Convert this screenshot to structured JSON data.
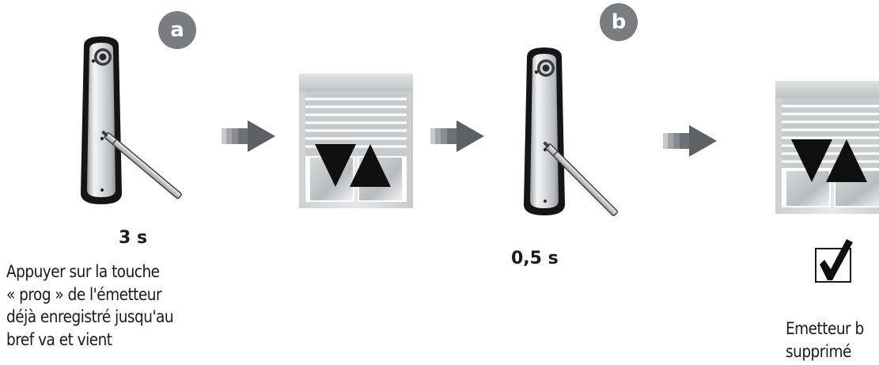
{
  "steps": {
    "a": {
      "badge": "a",
      "time": "3 s",
      "caption": [
        "Appuyer sur la touche",
        "« prog » de l'émetteur",
        "déjà enregistré jusqu'au",
        "bref va et vient"
      ]
    },
    "b": {
      "badge": "b",
      "time": "0,5 s"
    },
    "result": {
      "caption": [
        "Emetteur b",
        "supprimé"
      ]
    }
  },
  "icons": {
    "remote": "remote-control-icon",
    "pen": "pen-stylus-icon",
    "arrow": "right-arrow-icon",
    "shutter": "roller-shutter-icon",
    "up_down": "up-down-arrows-icon",
    "check": "checkbox-checked-icon"
  },
  "colors": {
    "badge": "#7a7c80",
    "arrow": "#5e6064",
    "text": "#1a1a1a"
  }
}
